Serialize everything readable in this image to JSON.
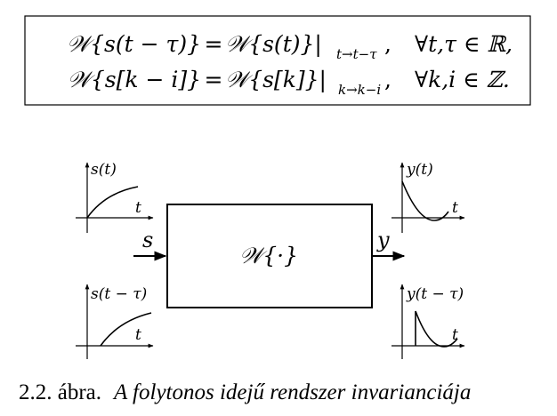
{
  "equations": {
    "line1": {
      "lhs": "𝒲{s(t − τ)}",
      "eq": "=",
      "rhs": "𝒲{s(t)}|",
      "sub": "t→t−τ",
      "comma": ",",
      "cond": "∀t,τ ∈ ℝ,"
    },
    "line2": {
      "lhs": "𝒲{s[k − i]}",
      "eq": "=",
      "rhs": "𝒲{s[k]}|",
      "sub": "k→k−i",
      "comma": ",",
      "cond": "∀k,i ∈ ℤ."
    }
  },
  "diagram": {
    "system_label": "𝒲{·}",
    "input_label": "s",
    "output_label": "y",
    "plots": {
      "input": {
        "title": "s(t)",
        "axis": "t"
      },
      "output": {
        "title": "y(t)",
        "axis": "t"
      },
      "input_shifted": {
        "title": "s(t − τ)",
        "axis": "t"
      },
      "output_shifted": {
        "title": "y(t − τ)",
        "axis": "t"
      }
    }
  },
  "caption": {
    "number": "2.2. ábra.",
    "text": "A folytonos idejű rendszer invarianciája"
  }
}
